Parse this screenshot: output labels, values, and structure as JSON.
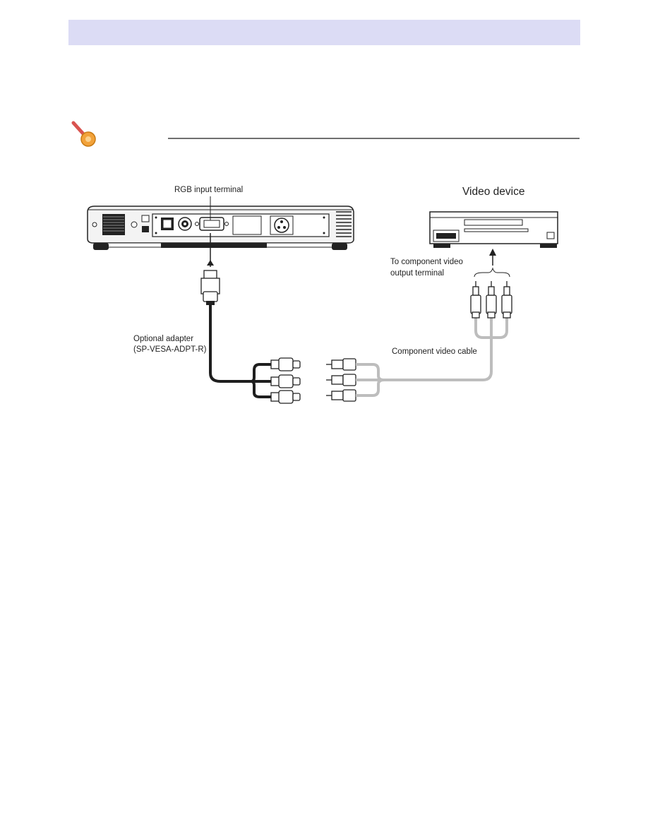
{
  "labels": {
    "rgb_input_terminal": "RGB input terminal",
    "video_device": "Video device",
    "component_output_line1": "To component video",
    "component_output_line2": "output terminal",
    "optional_adapter_line1": "Optional adapter",
    "optional_adapter_line2": "(SP-VESA-ADPT-R)",
    "component_video_cable": "Component video cable"
  },
  "icons": {
    "note": "pushpin-icon"
  },
  "colors": {
    "header_band": "#dcdcf5",
    "rule": "#6f6f6f",
    "adapter_cable": "#1e1e1e",
    "component_cable": "#bdbdbd",
    "pin_red": "#d9534f",
    "pin_orange": "#f2a23a"
  }
}
